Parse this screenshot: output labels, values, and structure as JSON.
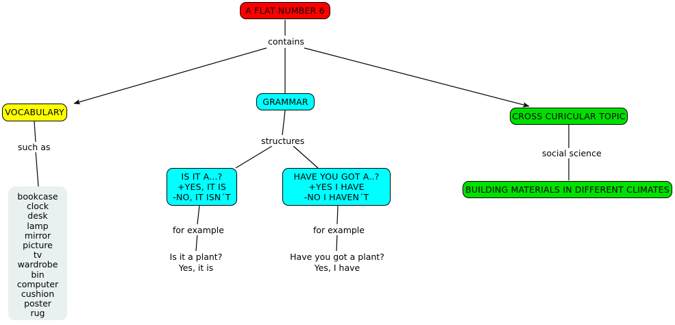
{
  "map": {
    "root": {
      "label": "A FLAT NUMBER 6",
      "color": "#ff0000"
    },
    "relations": {
      "contains": "contains",
      "such_as": "such as",
      "structures": "structures",
      "social_science": "social science",
      "for_example_1": "for example",
      "for_example_2": "for example"
    },
    "branches": {
      "vocabulary": {
        "label": "VOCABULARY",
        "color": "#ffff00",
        "items": [
          "bookcase",
          "clock",
          "desk",
          "lamp",
          "mirror",
          "picture",
          "tv",
          "wardrobe",
          "bin",
          "computer",
          "cushion",
          "poster",
          "rug"
        ],
        "items_text": "bookcase\nclock\ndesk\nlamp\nmirror\npicture\ntv\nwardrobe\nbin\ncomputer\ncushion\nposter\nrug"
      },
      "grammar": {
        "label": "GRAMMAR",
        "color": "#00ffff",
        "structures": [
          {
            "label": "IS IT A...?\n+YES, IT IS\n-NO, IT ISN´T",
            "lines": [
              "IS IT A...?",
              "+YES, IT IS",
              "-NO, IT ISN´T"
            ],
            "example": "Is it a plant?\nYes, it is",
            "example_lines": [
              "Is it a plant?",
              "Yes, it is"
            ]
          },
          {
            "label": "HAVE YOU GOT A..?\n+YES I HAVE\n-NO I HAVEN´T",
            "lines": [
              "HAVE YOU GOT A..?",
              "+YES I HAVE",
              "-NO I HAVEN´T"
            ],
            "example": "Have you got a plant?\nYes, I have",
            "example_lines": [
              "Have you got a plant?",
              "Yes, I have"
            ]
          }
        ]
      },
      "cross_curricular": {
        "label": "CROSS CURICULAR TOPIC",
        "color": "#00e000",
        "child": {
          "label": "BUILDING MATERIALS IN DIFFERENT CLIMATES",
          "color": "#00e000"
        }
      }
    }
  }
}
